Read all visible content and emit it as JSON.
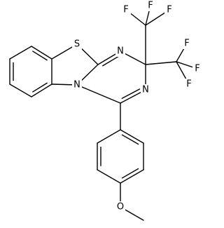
{
  "molecule": {
    "atom_labels": {
      "sulfur": "S",
      "nitrogen": "N",
      "oxygen": "O",
      "fluorine": "F"
    }
  }
}
